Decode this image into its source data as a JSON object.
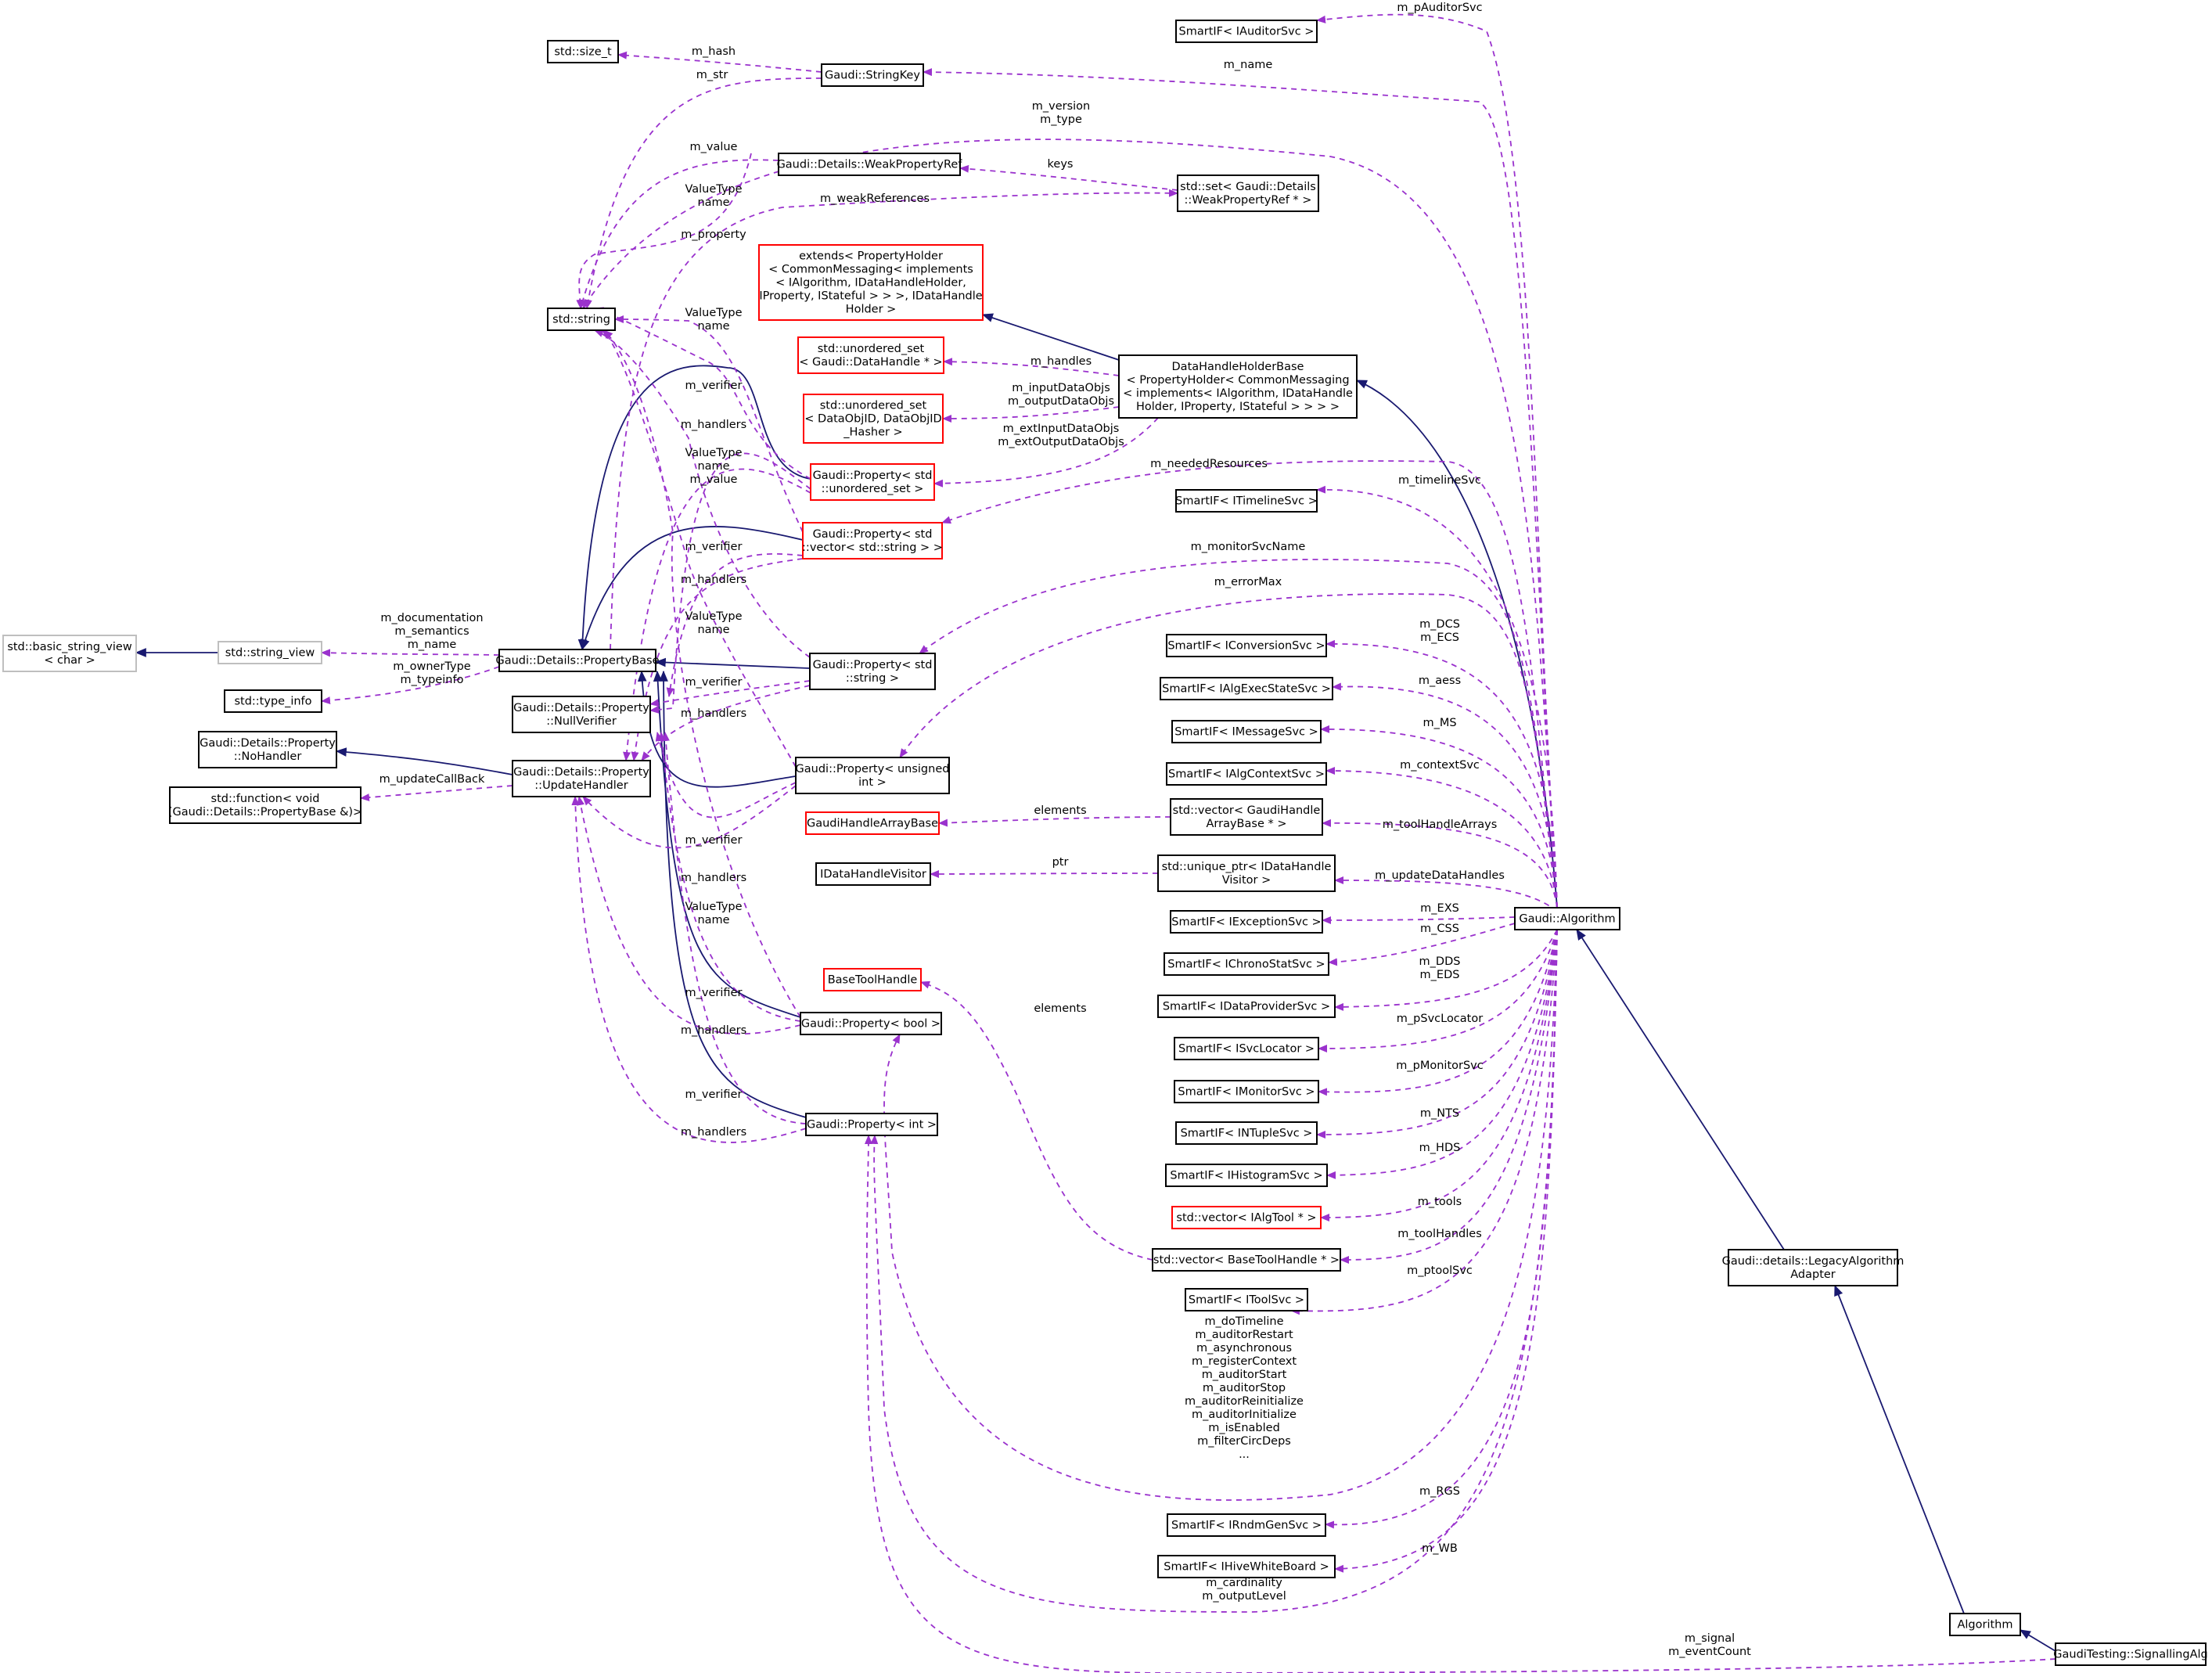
{
  "colors": {
    "usage": "#9a32cd",
    "inheritance": "#191970",
    "node_border_default": "#000000",
    "node_border_incomplete": "#ff0000",
    "node_border_external": "#bfbfbf",
    "highlight_fill": "#bfbfbf"
  },
  "nodes": [
    {
      "id": "signalling",
      "lines": [
        "GaudiTesting::SignallingAlg"
      ],
      "style": "highlight"
    },
    {
      "id": "algorithm_plain",
      "lines": [
        "Algorithm"
      ],
      "style": "default"
    },
    {
      "id": "legacy",
      "lines": [
        "Gaudi::details::LegacyAlgorithm",
        "Adapter"
      ],
      "style": "default"
    },
    {
      "id": "gaudi_algorithm",
      "lines": [
        "Gaudi::Algorithm"
      ],
      "style": "default"
    },
    {
      "id": "dhhb",
      "lines": [
        "DataHandleHolderBase",
        "< PropertyHolder< CommonMessaging",
        "< implements< IAlgorithm, IDataHandle",
        "Holder, IProperty, IStateful > > > >"
      ],
      "style": "default"
    },
    {
      "id": "extends",
      "lines": [
        "extends< PropertyHolder",
        "< CommonMessaging< implements",
        "< IAlgorithm, IDataHandleHolder,",
        "IProperty, IStateful > > >, IDataHandle",
        "Holder >"
      ],
      "style": "incomplete"
    },
    {
      "id": "auditor",
      "lines": [
        "SmartIF< IAuditorSvc >"
      ],
      "style": "default"
    },
    {
      "id": "stringkey",
      "lines": [
        "Gaudi::StringKey"
      ],
      "style": "default"
    },
    {
      "id": "size_t",
      "lines": [
        "std::size_t"
      ],
      "style": "default"
    },
    {
      "id": "string",
      "lines": [
        "std::string"
      ],
      "style": "default"
    },
    {
      "id": "weakref",
      "lines": [
        "Gaudi::Details::WeakPropertyRef"
      ],
      "style": "default"
    },
    {
      "id": "set_weak",
      "lines": [
        "std::set< Gaudi::Details",
        "::WeakPropertyRef * >"
      ],
      "style": "default"
    },
    {
      "id": "uset_dh",
      "lines": [
        "std::unordered_set",
        "< Gaudi::DataHandle * >"
      ],
      "style": "incomplete"
    },
    {
      "id": "uset_objid",
      "lines": [
        "std::unordered_set",
        "< DataObjID, DataObjID",
        "_Hasher >"
      ],
      "style": "incomplete"
    },
    {
      "id": "prop_uset",
      "lines": [
        "Gaudi::Property< std",
        "::unordered_set >"
      ],
      "style": "incomplete"
    },
    {
      "id": "prop_vec",
      "lines": [
        "Gaudi::Property< std",
        "::vector< std::string > >"
      ],
      "style": "incomplete"
    },
    {
      "id": "timeline",
      "lines": [
        "SmartIF< ITimelineSvc >"
      ],
      "style": "default"
    },
    {
      "id": "basic_sv",
      "lines": [
        "std::basic_string_view",
        "< char >"
      ],
      "style": "external"
    },
    {
      "id": "string_view",
      "lines": [
        "std::string_view"
      ],
      "style": "external"
    },
    {
      "id": "propbase",
      "lines": [
        "Gaudi::Details::PropertyBase"
      ],
      "style": "default"
    },
    {
      "id": "type_info",
      "lines": [
        "std::type_info"
      ],
      "style": "default"
    },
    {
      "id": "nullverifier",
      "lines": [
        "Gaudi::Details::Property",
        "::NullVerifier"
      ],
      "style": "default"
    },
    {
      "id": "nohandler",
      "lines": [
        "Gaudi::Details::Property",
        "::NoHandler"
      ],
      "style": "default"
    },
    {
      "id": "updatehandler",
      "lines": [
        "Gaudi::Details::Property",
        "::UpdateHandler"
      ],
      "style": "default"
    },
    {
      "id": "std_function",
      "lines": [
        "std::function< void",
        "(Gaudi::Details::PropertyBase &)>"
      ],
      "style": "default"
    },
    {
      "id": "prop_string",
      "lines": [
        "Gaudi::Property< std",
        "::string >"
      ],
      "style": "default"
    },
    {
      "id": "prop_unsigned",
      "lines": [
        "Gaudi::Property< unsigned",
        "int >"
      ],
      "style": "default"
    },
    {
      "id": "prop_bool",
      "lines": [
        "Gaudi::Property< bool >"
      ],
      "style": "default"
    },
    {
      "id": "prop_int",
      "lines": [
        "Gaudi::Property< int >"
      ],
      "style": "default"
    },
    {
      "id": "gh_array_base",
      "lines": [
        "GaudiHandleArrayBase"
      ],
      "style": "incomplete"
    },
    {
      "id": "dh_visitor",
      "lines": [
        "IDataHandleVisitor"
      ],
      "style": "default"
    },
    {
      "id": "base_tool_handle",
      "lines": [
        "BaseToolHandle"
      ],
      "style": "incomplete"
    },
    {
      "id": "conversion",
      "lines": [
        "SmartIF< IConversionSvc >"
      ],
      "style": "default"
    },
    {
      "id": "algexec",
      "lines": [
        "SmartIF< IAlgExecStateSvc >"
      ],
      "style": "default"
    },
    {
      "id": "message",
      "lines": [
        "SmartIF< IMessageSvc >"
      ],
      "style": "default"
    },
    {
      "id": "algcontext",
      "lines": [
        "SmartIF< IAlgContextSvc >"
      ],
      "style": "default"
    },
    {
      "id": "vec_gharray",
      "lines": [
        "std::vector< GaudiHandle",
        "ArrayBase * >"
      ],
      "style": "default"
    },
    {
      "id": "uptr_visitor",
      "lines": [
        "std::unique_ptr< IDataHandle",
        "Visitor >"
      ],
      "style": "default"
    },
    {
      "id": "exception",
      "lines": [
        "SmartIF< IExceptionSvc >"
      ],
      "style": "default"
    },
    {
      "id": "chrono",
      "lines": [
        "SmartIF< IChronoStatSvc >"
      ],
      "style": "default"
    },
    {
      "id": "dataprovider",
      "lines": [
        "SmartIF< IDataProviderSvc >"
      ],
      "style": "default"
    },
    {
      "id": "svclocator",
      "lines": [
        "SmartIF< ISvcLocator >"
      ],
      "style": "default"
    },
    {
      "id": "monitor",
      "lines": [
        "SmartIF< IMonitorSvc >"
      ],
      "style": "default"
    },
    {
      "id": "ntuple",
      "lines": [
        "SmartIF< INTupleSvc >"
      ],
      "style": "default"
    },
    {
      "id": "histogram",
      "lines": [
        "SmartIF< IHistogramSvc >"
      ],
      "style": "default"
    },
    {
      "id": "vec_algtool",
      "lines": [
        "std::vector< IAlgTool * >"
      ],
      "style": "incomplete"
    },
    {
      "id": "vec_basetool",
      "lines": [
        "std::vector< BaseToolHandle * >"
      ],
      "style": "default"
    },
    {
      "id": "toolsvc",
      "lines": [
        "SmartIF< IToolSvc >"
      ],
      "style": "default"
    },
    {
      "id": "rndm",
      "lines": [
        "SmartIF< IRndmGenSvc >"
      ],
      "style": "default"
    },
    {
      "id": "whiteboard",
      "lines": [
        "SmartIF< IHiveWhiteBoard >"
      ],
      "style": "default"
    }
  ],
  "edges": [
    {
      "id": "e_inh_alg_sig",
      "type": "inheritance",
      "label": []
    },
    {
      "id": "e_inh_leg_alg",
      "type": "inheritance",
      "label": []
    },
    {
      "id": "e_inh_ga_leg",
      "type": "inheritance",
      "label": []
    },
    {
      "id": "e_inh_dhhb_ga",
      "type": "inheritance",
      "label": []
    },
    {
      "id": "e_inh_ext_dhhb",
      "type": "inheritance",
      "label": []
    },
    {
      "id": "e_inh_bsv_sv",
      "type": "inheritance",
      "label": []
    },
    {
      "id": "e_inh_nh_uh",
      "type": "inheritance",
      "label": []
    },
    {
      "id": "e_inh_pb_uset",
      "type": "inheritance",
      "label": []
    },
    {
      "id": "e_inh_pb_vec",
      "type": "inheritance",
      "label": []
    },
    {
      "id": "e_inh_pb_string",
      "type": "inheritance",
      "label": []
    },
    {
      "id": "e_inh_pb_unsigned",
      "type": "inheritance",
      "label": []
    },
    {
      "id": "e_inh_pb_bool",
      "type": "inheritance",
      "label": []
    },
    {
      "id": "e_inh_pb_int",
      "type": "inheritance",
      "label": []
    },
    {
      "id": "e_u_auditor",
      "type": "usage",
      "label": [
        "m_pAuditorSvc"
      ]
    },
    {
      "id": "e_u_stringkey",
      "type": "usage",
      "label": [
        "m_name"
      ]
    },
    {
      "id": "e_u_sizet",
      "type": "usage",
      "label": [
        "m_hash"
      ]
    },
    {
      "id": "e_u_str_key",
      "type": "usage",
      "label": [
        "m_str"
      ]
    },
    {
      "id": "e_u_version",
      "type": "usage",
      "label": [
        "m_version",
        "m_type"
      ]
    },
    {
      "id": "e_u_value_weak",
      "type": "usage",
      "label": [
        "m_value"
      ]
    },
    {
      "id": "e_u_keys",
      "type": "usage",
      "label": [
        "keys"
      ]
    },
    {
      "id": "e_u_weakrefs",
      "type": "usage",
      "label": [
        "m_weakReferences"
      ]
    },
    {
      "id": "e_u_property",
      "type": "usage",
      "label": [
        "m_property"
      ]
    },
    {
      "id": "e_u_vt_uset",
      "type": "usage",
      "label": [
        "ValueType",
        "name"
      ]
    },
    {
      "id": "e_u_vt_vec",
      "type": "usage",
      "label": [
        "ValueType",
        "name"
      ]
    },
    {
      "id": "e_u_handles",
      "type": "usage",
      "label": [
        "m_handles"
      ]
    },
    {
      "id": "e_u_inputobjs",
      "type": "usage",
      "label": [
        "m_inputDataObjs",
        "m_outputDataObjs"
      ]
    },
    {
      "id": "e_u_extobjs",
      "type": "usage",
      "label": [
        "m_extInputDataObjs",
        "m_extOutputDataObjs"
      ]
    },
    {
      "id": "e_u_needed",
      "type": "usage",
      "label": [
        "m_neededResources"
      ]
    },
    {
      "id": "e_u_timeline",
      "type": "usage",
      "label": [
        "m_timelineSvc"
      ]
    },
    {
      "id": "e_u_verif_uset",
      "type": "usage",
      "label": [
        "m_verifier"
      ]
    },
    {
      "id": "e_u_hand_uset",
      "type": "usage",
      "label": [
        "m_handlers"
      ]
    },
    {
      "id": "e_u_vt_str",
      "type": "usage",
      "label": [
        "ValueType",
        "name",
        "m_value"
      ]
    },
    {
      "id": "e_u_verif_vec",
      "type": "usage",
      "label": [
        "m_verifier"
      ]
    },
    {
      "id": "e_u_hand_vec",
      "type": "usage",
      "label": [
        "m_handlers"
      ]
    },
    {
      "id": "e_u_monitorname",
      "type": "usage",
      "label": [
        "m_monitorSvcName"
      ]
    },
    {
      "id": "e_u_errormax",
      "type": "usage",
      "label": [
        "m_errorMax"
      ]
    },
    {
      "id": "e_u_doc",
      "type": "usage",
      "label": [
        "m_documentation",
        "m_semantics",
        "m_name"
      ]
    },
    {
      "id": "e_u_owner",
      "type": "usage",
      "label": [
        "m_ownerType",
        "m_typeinfo"
      ]
    },
    {
      "id": "e_u_vt_unsigned",
      "type": "usage",
      "label": [
        "ValueType",
        "name"
      ]
    },
    {
      "id": "e_u_verif_str",
      "type": "usage",
      "label": [
        "m_verifier"
      ]
    },
    {
      "id": "e_u_hand_str",
      "type": "usage",
      "label": [
        "m_handlers"
      ]
    },
    {
      "id": "e_u_callback",
      "type": "usage",
      "label": [
        "m_updateCallBack"
      ]
    },
    {
      "id": "e_u_dcs",
      "type": "usage",
      "label": [
        "m_DCS",
        "m_ECS"
      ]
    },
    {
      "id": "e_u_aess",
      "type": "usage",
      "label": [
        "m_aess"
      ]
    },
    {
      "id": "e_u_ms",
      "type": "usage",
      "label": [
        "m_MS"
      ]
    },
    {
      "id": "e_u_contextsvc",
      "type": "usage",
      "label": [
        "m_contextSvc"
      ]
    },
    {
      "id": "e_u_elements_gh",
      "type": "usage",
      "label": [
        "elements"
      ]
    },
    {
      "id": "e_u_toolhandlearrays",
      "type": "usage",
      "label": [
        "m_toolHandleArrays"
      ]
    },
    {
      "id": "e_u_ptr",
      "type": "usage",
      "label": [
        "ptr"
      ]
    },
    {
      "id": "e_u_updatedh",
      "type": "usage",
      "label": [
        "m_updateDataHandles"
      ]
    },
    {
      "id": "e_u_vt_bool",
      "type": "usage",
      "label": [
        "ValueType",
        "name"
      ]
    },
    {
      "id": "e_u_verif_unsigned",
      "type": "usage",
      "label": [
        "m_verifier"
      ]
    },
    {
      "id": "e_u_hand_unsigned",
      "type": "usage",
      "label": [
        "m_handlers"
      ]
    },
    {
      "id": "e_u_exs",
      "type": "usage",
      "label": [
        "m_EXS"
      ]
    },
    {
      "id": "e_u_css",
      "type": "usage",
      "label": [
        "m_CSS"
      ]
    },
    {
      "id": "e_u_dds",
      "type": "usage",
      "label": [
        "m_DDS",
        "m_EDS"
      ]
    },
    {
      "id": "e_u_elements_bth",
      "type": "usage",
      "label": [
        "elements"
      ]
    },
    {
      "id": "e_u_psvclocator",
      "type": "usage",
      "label": [
        "m_pSvcLocator"
      ]
    },
    {
      "id": "e_u_verif_bool",
      "type": "usage",
      "label": [
        "m_verifier"
      ]
    },
    {
      "id": "e_u_hand_bool",
      "type": "usage",
      "label": [
        "m_handlers"
      ]
    },
    {
      "id": "e_u_pmonitor",
      "type": "usage",
      "label": [
        "m_pMonitorSvc"
      ]
    },
    {
      "id": "e_u_verif_int",
      "type": "usage",
      "label": [
        "m_verifier"
      ]
    },
    {
      "id": "e_u_hand_int",
      "type": "usage",
      "label": [
        "m_handlers"
      ]
    },
    {
      "id": "e_u_nts",
      "type": "usage",
      "label": [
        "m_NTS"
      ]
    },
    {
      "id": "e_u_hds",
      "type": "usage",
      "label": [
        "m_HDS"
      ]
    },
    {
      "id": "e_u_tools",
      "type": "usage",
      "label": [
        "m_tools"
      ]
    },
    {
      "id": "e_u_toolhandles",
      "type": "usage",
      "label": [
        "m_toolHandles"
      ]
    },
    {
      "id": "e_u_ptoolsvc",
      "type": "usage",
      "label": [
        "m_ptoolSvc"
      ]
    },
    {
      "id": "e_u_bools",
      "type": "usage",
      "label": [
        "m_doTimeline",
        "m_auditorRestart",
        "m_asynchronous",
        "m_registerContext",
        "m_auditorStart",
        "m_auditorStop",
        "m_auditorReinitialize",
        "m_auditorInitialize",
        "m_isEnabled",
        "m_filterCircDeps",
        "..."
      ]
    },
    {
      "id": "e_u_rgs",
      "type": "usage",
      "label": [
        "m_RGS"
      ]
    },
    {
      "id": "e_u_wb",
      "type": "usage",
      "label": [
        "m_WB"
      ]
    },
    {
      "id": "e_u_cardinality",
      "type": "usage",
      "label": [
        "m_cardinality",
        "m_outputLevel"
      ]
    },
    {
      "id": "e_u_signal",
      "type": "usage",
      "label": [
        "m_signal",
        "m_eventCount"
      ]
    }
  ]
}
